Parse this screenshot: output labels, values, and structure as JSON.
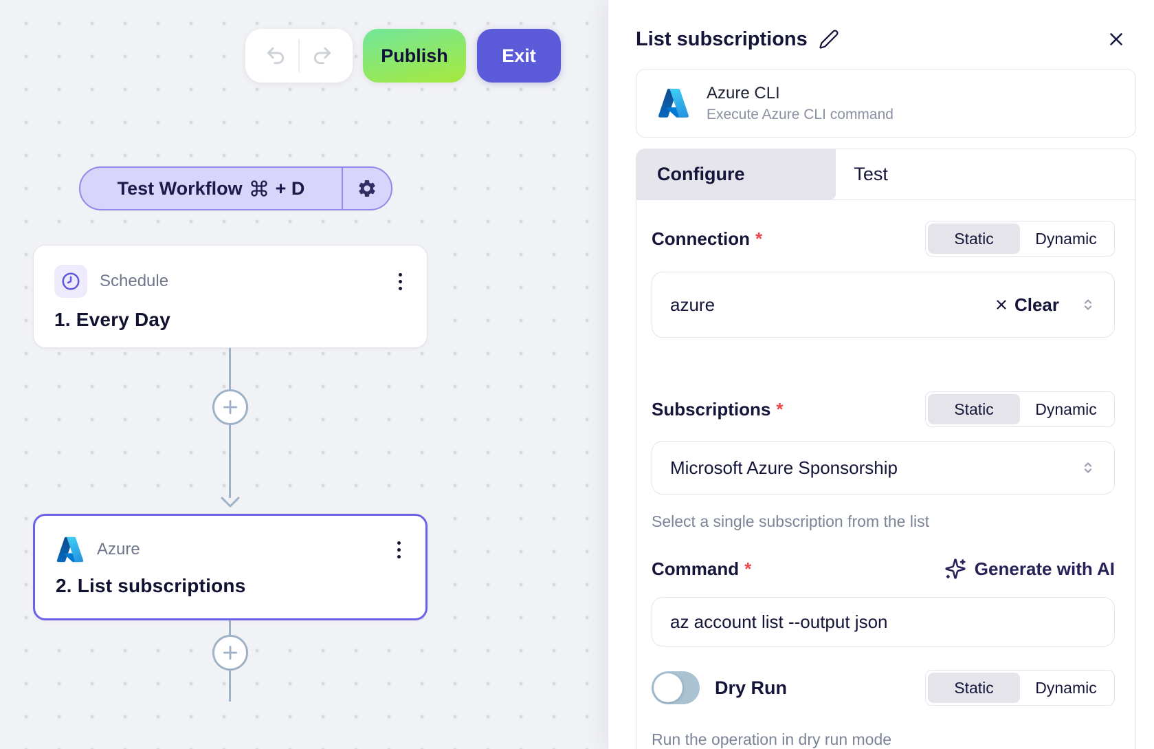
{
  "toolbar": {
    "publish_label": "Publish",
    "exit_label": "Exit"
  },
  "test_workflow": {
    "label": "Test Workflow",
    "shortcut_suffix": "+ D"
  },
  "canvas": {
    "steps": [
      {
        "app": "Schedule",
        "title": "1. Every Day"
      },
      {
        "app": "Azure",
        "title": "2. List subscriptions"
      }
    ]
  },
  "panel": {
    "title": "List subscriptions",
    "piece": {
      "name": "Azure CLI",
      "description": "Execute Azure CLI command"
    },
    "tabs": {
      "configure": "Configure",
      "test": "Test"
    },
    "required_mark": "*",
    "toggle_labels": {
      "static": "Static",
      "dynamic": "Dynamic"
    },
    "fields": {
      "connection": {
        "label": "Connection",
        "value": "azure",
        "clear_label": "Clear"
      },
      "subscriptions": {
        "label": "Subscriptions",
        "value": "Microsoft Azure Sponsorship",
        "helper": "Select a single subscription from the list"
      },
      "command": {
        "label": "Command",
        "ai_label": "Generate with AI",
        "value": "az account list --output json"
      },
      "dry_run": {
        "label": "Dry Run",
        "helper": "Run the operation in dry run mode"
      }
    }
  },
  "colors": {
    "accent_purple": "#5b5ad8",
    "selected_node_border": "#6b62e8",
    "publish_gradient_start": "#72e79b",
    "publish_gradient_end": "#a6e83c",
    "connector": "#9eb1c6",
    "toggle_off_track": "#a9c3d3",
    "required_red": "#f04848"
  }
}
